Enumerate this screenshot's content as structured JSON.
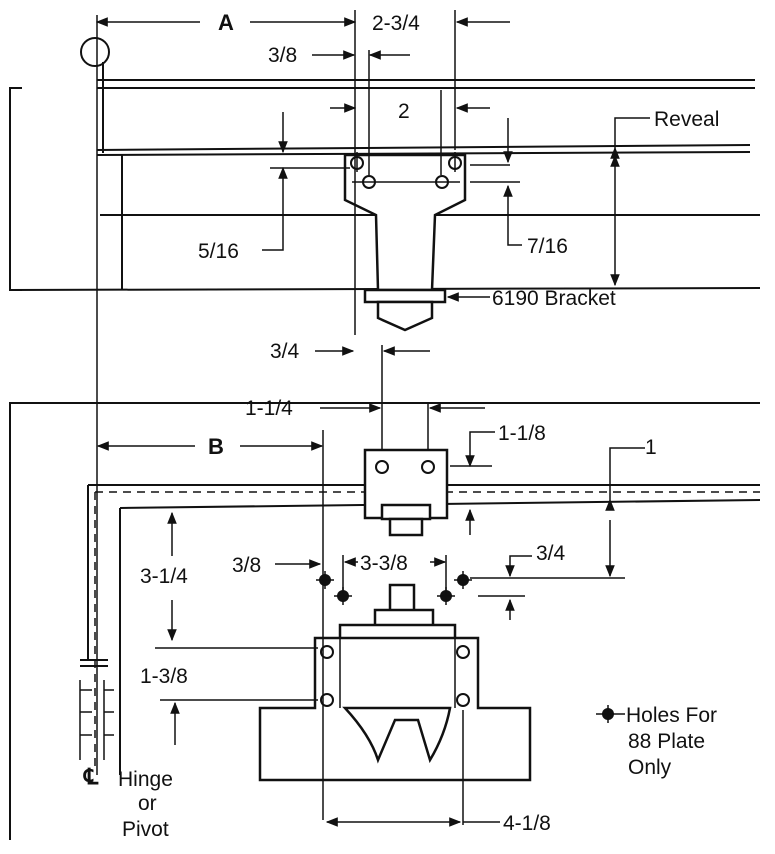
{
  "labels": {
    "dim_a": "A",
    "dim_b": "B",
    "d_2_3_4": "2-3/4",
    "d_3_8_top": "3/8",
    "d_2": "2",
    "reveal": "Reveal",
    "d_5_16": "5/16",
    "d_7_16": "7/16",
    "bracket": "6190 Bracket",
    "d_3_4_mid": "3/4",
    "d_1_1_4": "1-1/4",
    "d_1_1_8": "1-1/8",
    "d_1": "1",
    "d_3_1_4": "3-1/4",
    "d_3_8_low": "3/8",
    "d_3_3_8": "3-3/8",
    "d_3_4_low": "3/4",
    "d_1_3_8": "1-3/8",
    "d_4_1_8": "4-1/8",
    "holes_line1": "Holes For",
    "holes_line2": "88 Plate",
    "holes_line3": "Only",
    "cl_symbol": "℄",
    "hinge_line1": "Hinge",
    "hinge_line2": "or",
    "hinge_line3": "Pivot"
  }
}
